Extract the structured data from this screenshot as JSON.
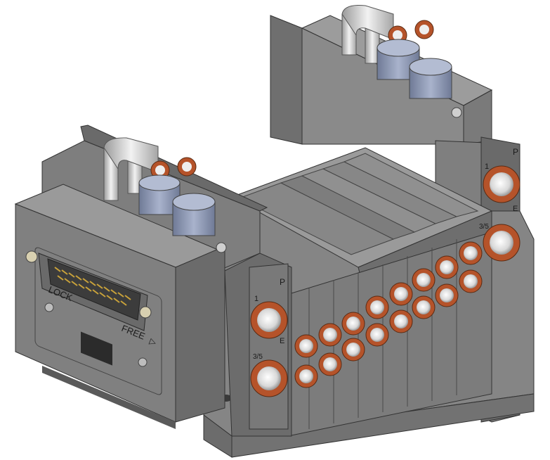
{
  "labels": {
    "lock": "LOCK",
    "free": "FREE",
    "free_arrow": "▷",
    "port_1": "1",
    "port_p": "P",
    "port_35": "3/5",
    "port_e": "E"
  },
  "colors": {
    "body_gray": "#8c8c8c",
    "dark_gray": "#5e5e5e",
    "copper": "#b5532a",
    "fitting_white": "#e8e8e8",
    "cylinder_blue": "#8f9ab5",
    "connector_gold": "#c9a23a"
  },
  "icons": [
    "sub-d-connector-icon",
    "screw-icon",
    "one-touch-fitting-icon",
    "silencer-icon"
  ]
}
